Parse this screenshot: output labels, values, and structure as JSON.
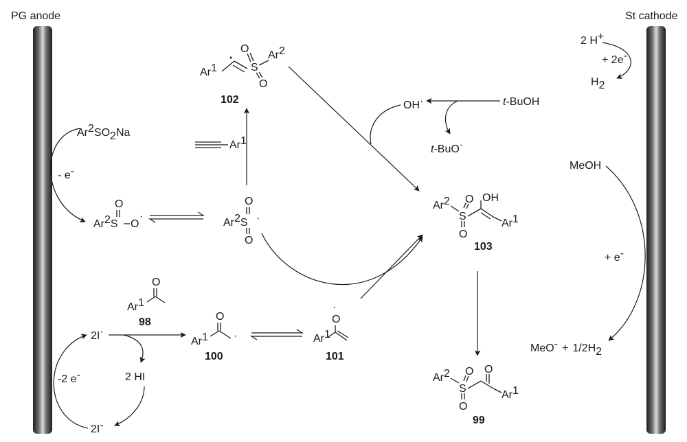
{
  "electrodes": {
    "anode_label": "PG anode",
    "cathode_label": "St cathode"
  },
  "species": {
    "ar2so2na": {
      "a": "Ar",
      "s1": "2",
      "b": "SO",
      "s2": "2",
      "c": "Na"
    },
    "sulfinate": {
      "a": "Ar",
      "s1": "2",
      "b": "S",
      "o_top": "O",
      "o_side": "O",
      "rad": "·"
    },
    "sulfonyl_radical": {
      "a": "Ar",
      "s1": "2",
      "b": "S",
      "o_top": "O",
      "o_bot": "O",
      "rad": "·"
    },
    "alkyne": {
      "a": "Ar",
      "s1": "1"
    },
    "c102": {
      "ar1": "Ar",
      "s1": "1",
      "s": "S",
      "o1": "O",
      "o2": "O",
      "ar2": "Ar",
      "s2": "2",
      "label": "102"
    },
    "c103": {
      "ar2": "Ar",
      "s2": "2",
      "s": "S",
      "o1": "O",
      "o2": "O",
      "oh": "OH",
      "ar1": "Ar",
      "s1": "1",
      "label": "103"
    },
    "c99": {
      "ar2": "Ar",
      "s2": "2",
      "s": "S",
      "o1": "O",
      "o2": "O",
      "o3": "O",
      "ar1": "Ar",
      "s1": "1",
      "label": "99"
    },
    "c98": {
      "o": "O",
      "ar1": "Ar",
      "s1": "1",
      "label": "98"
    },
    "c100": {
      "o": "O",
      "ar1": "Ar",
      "s1": "1",
      "label": "100"
    },
    "c101": {
      "o": "O",
      "ar1": "Ar",
      "s1": "1",
      "label": "101"
    }
  },
  "radicals": {
    "oh": "OH",
    "tbuoh_italic": "t",
    "tbuoh_rest": "-BuOH",
    "tbuo_italic": "t",
    "tbuo_rest": "-BuO",
    "meoh": "MeOH",
    "meo_minus": "MeO",
    "half_h2": "1/2H"
  },
  "iodine": {
    "i2_top": "2I",
    "i2_bottom": "2I",
    "hi": "2 HI"
  },
  "cathode_side": {
    "protons": "2 H",
    "two_e": "+ 2e",
    "h2": "H"
  },
  "arrow_labels": {
    "minus_e": "- e",
    "minus_2e": "-2 e",
    "plus_e": "+ e",
    "plus": "+"
  },
  "symbols": {
    "dot": "·",
    "minus": "-",
    "plus": "+",
    "sub2": "2"
  }
}
